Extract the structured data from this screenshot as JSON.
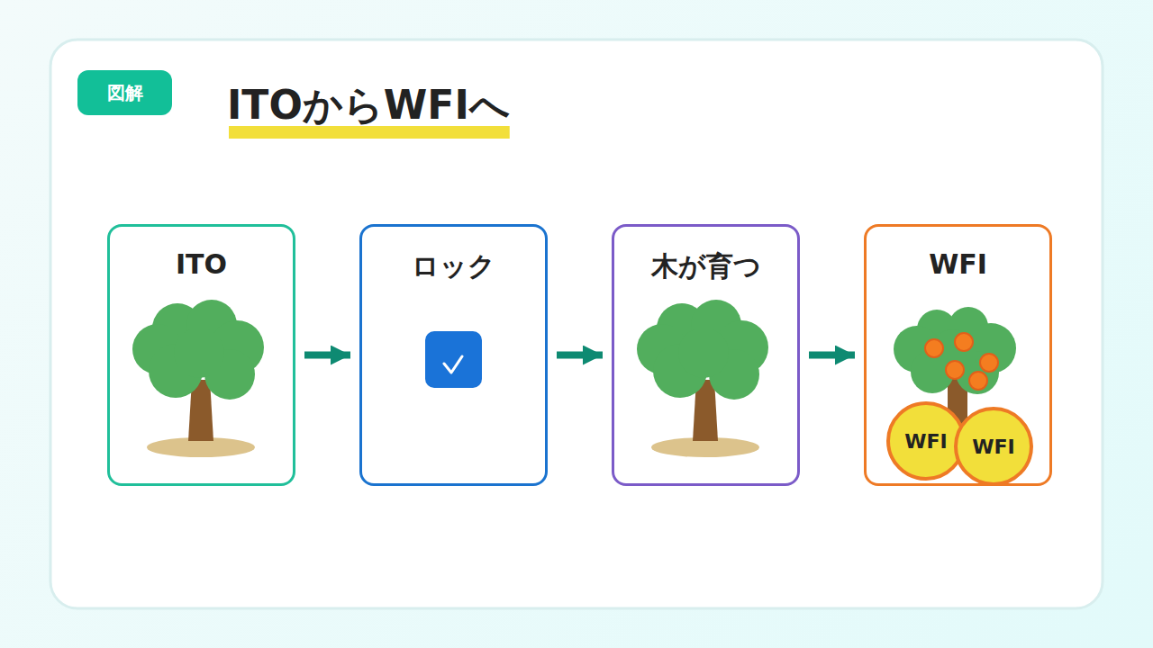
{
  "diagram": {
    "title": "ITOからWFIへ",
    "nodes": [
      {
        "text": [
          "図解"
        ]
      },
      {
        "text": [
          "ITO"
        ]
      },
      {
        "text": [
          "ロック"
        ]
      },
      {
        "text": [
          "木が育つ"
        ]
      },
      {
        "text": [
          "WFI"
        ]
      },
      {
        "text": [
          "WFI"
        ],
        "in": 4
      },
      {
        "text": [
          "WFI"
        ],
        "in": 4
      }
    ],
    "edges": [
      {
        "from": 1,
        "to": 2,
        "arrow": "to"
      },
      {
        "from": 2,
        "to": 3,
        "arrow": "to"
      },
      {
        "from": 3,
        "to": 4,
        "arrow": "to"
      }
    ]
  }
}
